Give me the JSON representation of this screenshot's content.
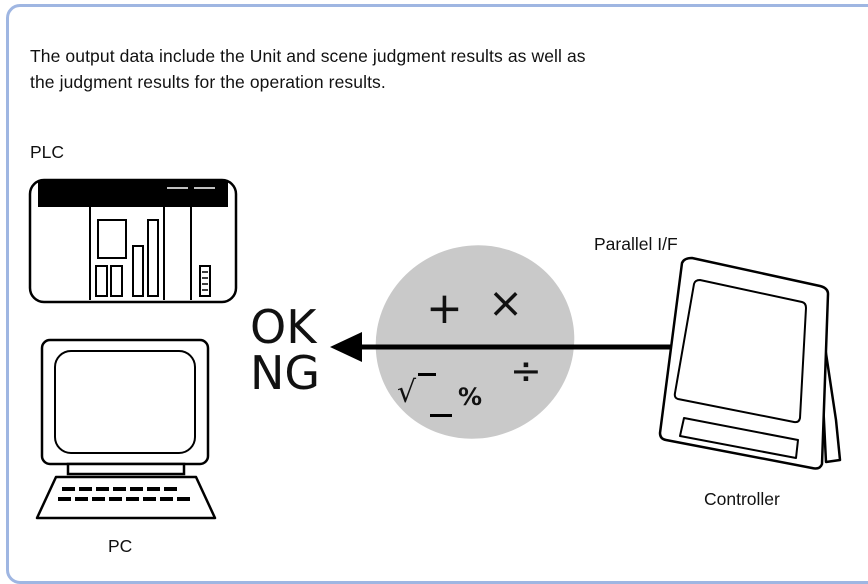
{
  "description_lines": [
    "The output data include the Unit and scene judgment results as well as",
    "the judgment results for the operation results."
  ],
  "devices": {
    "plc": "PLC",
    "pc": "PC",
    "controller": "Controller",
    "interface": "Parallel I/F"
  },
  "results": {
    "ok": "OK",
    "ng": "NG"
  },
  "operations": {
    "plus": "+",
    "times": "×",
    "sqrt": "√",
    "percent": "%",
    "divide": "÷"
  },
  "colors": {
    "frame": "#9fb6e2",
    "ellipse": "#c9c9c9",
    "ink": "#000000"
  }
}
